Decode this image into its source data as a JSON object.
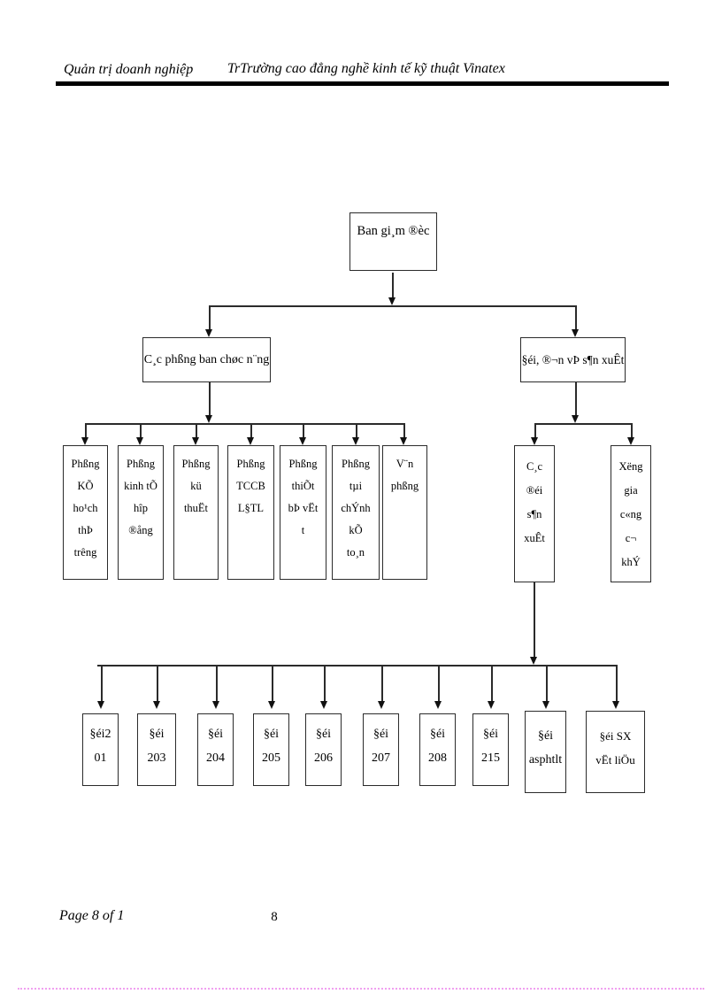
{
  "page": {
    "header": {
      "left_title": "Quản trị doanh nghiệp",
      "right_title": "TrTrường cao đẳng nghề kinh tế kỹ thuật Vinatex"
    },
    "footer": {
      "page_label": "Page 8 of 1",
      "page_number": "8"
    }
  },
  "org_chart": {
    "root": "Ban gi¸m ®èc",
    "branches": {
      "functional": "C¸c phßng ban chøc n¨ng",
      "production": "§éi, ®¬n vÞ s¶n xuÊt"
    },
    "departments": [
      "Phßng\nKÕ\nho¹ch\nthÞ\ntrêng",
      "Phßng\nkinh tÕ\nhîp\n®ång",
      "Phßng\nkü\nthuËt",
      "Phßng\nTCCB\nL§TL",
      "Phßng\nthiÕt\nbÞ vËt\nt",
      "Phßng\ntµi\nchÝnh\nkÕ\nto¸n",
      "V¨n\nphßng"
    ],
    "production_units": [
      "C¸c\n®éi\ns¶n\nxuÊt",
      "Xëng\ngia\nc«ng\nc¬\nkhÝ"
    ],
    "teams": [
      "§éi2\n01",
      "§éi\n203",
      "§éi\n204",
      "§éi\n205",
      "§éi\n206",
      "§éi\n207",
      "§éi\n208",
      "§éi\n215",
      "§éi\nasphtlt",
      "§éi SX\nvËt liÖu"
    ]
  },
  "colors": {
    "line": "#2b2b2b",
    "page_background": "#ffffff",
    "bottom_dotted_rule": "#f0a0f0"
  }
}
